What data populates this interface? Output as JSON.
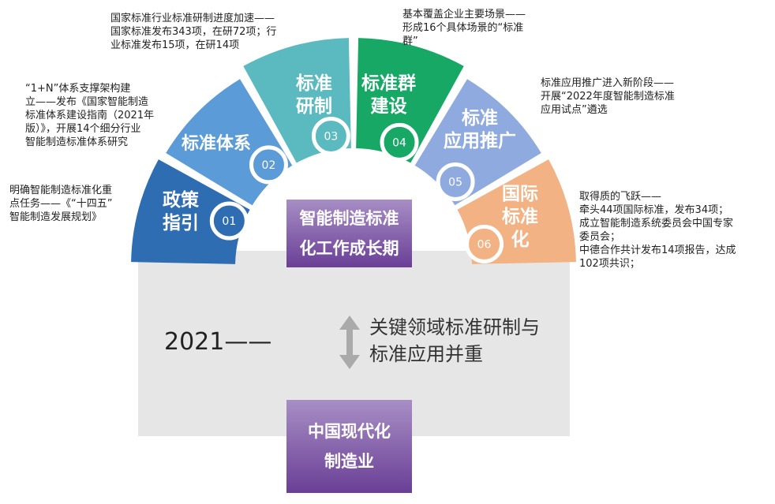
{
  "segments": [
    {
      "num": "01",
      "label": "政策\n指引",
      "color": "#2e6db2",
      "note": "明确智能制造标准化重\n点任务——《“十四五”\n智能制造发展规划》"
    },
    {
      "num": "02",
      "label": "标准体系",
      "color": "#5b9bd8",
      "note": "“1+N”体系支撑架构建\n立——发布《国家智能制造\n标准体系建设指南（2021年\n版）》，开展14个细分行业\n智能制造标准体系研究"
    },
    {
      "num": "03",
      "label": "标准\n研制",
      "color": "#5bb9c0",
      "note": "国家标准行业标准研制进度加速——\n国家标准发布343项，在研72项；行\n业标准发布15项，在研14项"
    },
    {
      "num": "04",
      "label": "标准群\n建设",
      "color": "#17a866",
      "note": "基本覆盖企业主要场景——\n形成16个具体场景的“标准\n群”"
    },
    {
      "num": "05",
      "label": "标准\n应用推广",
      "color": "#8eaade",
      "note": "标准应用推广进入新阶段——\n开展“2022年度智能制造标准\n应用试点”遴选"
    },
    {
      "num": "06",
      "label": "国际\n标准\n化",
      "color": "#f2b283",
      "note": "取得质的飞跃——\n牵头44项国际标准，发布34项；\n成立智能制造系统委员会中国专家\n委员会；\n中德合作共计发布14项报告，达成\n102项共识；"
    }
  ],
  "center_top": "智能制造标准\n化工作成长期",
  "center_bottom": "中国现代化\n制造业",
  "year": "2021——",
  "focus": "关键领域标准研制与\n标准应用并重",
  "arrow_icon": "double-arrow-vertical"
}
